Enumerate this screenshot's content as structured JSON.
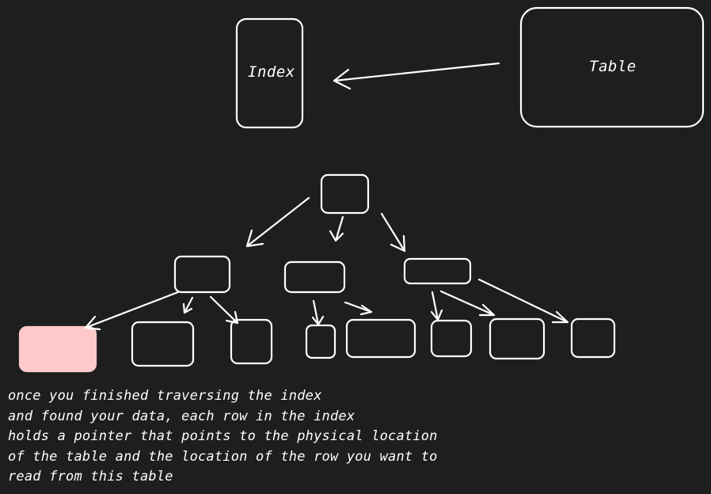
{
  "diagram": {
    "index_label": "Index",
    "table_label": "Table",
    "note_lines": [
      "once you finished traversing the index",
      "and found your data, each row in the index",
      "holds a pointer that points to the physical location",
      "of the table and the location of the row you want to",
      "read from this table"
    ]
  },
  "colors": {
    "background": "#1e1e1e",
    "stroke": "#ffffff",
    "highlight_fill": "#ffc9c9"
  }
}
